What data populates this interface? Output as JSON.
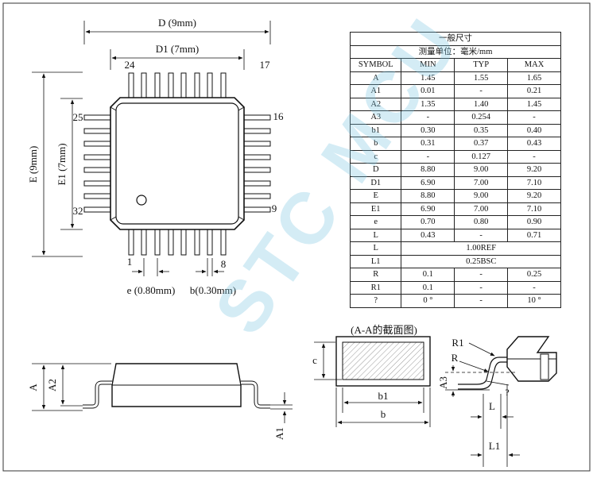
{
  "watermark": "STC MCU",
  "top_view": {
    "dim_d": "D (9mm)",
    "dim_d1": "D1 (7mm)",
    "dim_e": "E (9mm)",
    "dim_e1": "E1 (7mm)",
    "pin_24": "24",
    "pin_17": "17",
    "pin_25": "25",
    "pin_16": "16",
    "pin_32": "32",
    "pin_9": "9",
    "pin_1": "1",
    "pin_8": "8",
    "pitch": "e (0.80mm)",
    "lead_width": "b(0.30mm)"
  },
  "side_view": {
    "label_a": "A",
    "label_a2": "A2",
    "label_a1": "A1"
  },
  "section": {
    "title": "(A-A的截面图)",
    "label_c": "c",
    "label_b1": "b1",
    "label_b": "b"
  },
  "lead_detail": {
    "label_r1": "R1",
    "label_r": "R",
    "label_a3": "A3",
    "label_angle": "?",
    "label_l": "L",
    "label_l1": "L1"
  },
  "table": {
    "title": "一般尺寸",
    "unit": "测量单位：毫米/mm",
    "headers": [
      "SYMBOL",
      "MIN",
      "TYP",
      "MAX"
    ],
    "rows": [
      [
        "A",
        "1.45",
        "1.55",
        "1.65"
      ],
      [
        "A1",
        "0.01",
        "-",
        "0.21"
      ],
      [
        "A2",
        "1.35",
        "1.40",
        "1.45"
      ],
      [
        "A3",
        "-",
        "0.254",
        "-"
      ],
      [
        "b1",
        "0.30",
        "0.35",
        "0.40"
      ],
      [
        "b",
        "0.31",
        "0.37",
        "0.43"
      ],
      [
        "c",
        "-",
        "0.127",
        "-"
      ],
      [
        "D",
        "8.80",
        "9.00",
        "9.20"
      ],
      [
        "D1",
        "6.90",
        "7.00",
        "7.10"
      ],
      [
        "E",
        "8.80",
        "9.00",
        "9.20"
      ],
      [
        "E1",
        "6.90",
        "7.00",
        "7.10"
      ],
      [
        "e",
        "0.70",
        "0.80",
        "0.90"
      ],
      [
        "L",
        "0.43",
        "-",
        "0.71"
      ]
    ],
    "span_rows": [
      [
        "L",
        "1.00REF"
      ],
      [
        "L1",
        "0.25BSC"
      ]
    ],
    "tail_rows": [
      [
        "R",
        "0.1",
        "-",
        "0.25"
      ],
      [
        "R1",
        "0.1",
        "-",
        "-"
      ],
      [
        "?",
        "0 °",
        "-",
        "10 °"
      ]
    ]
  }
}
